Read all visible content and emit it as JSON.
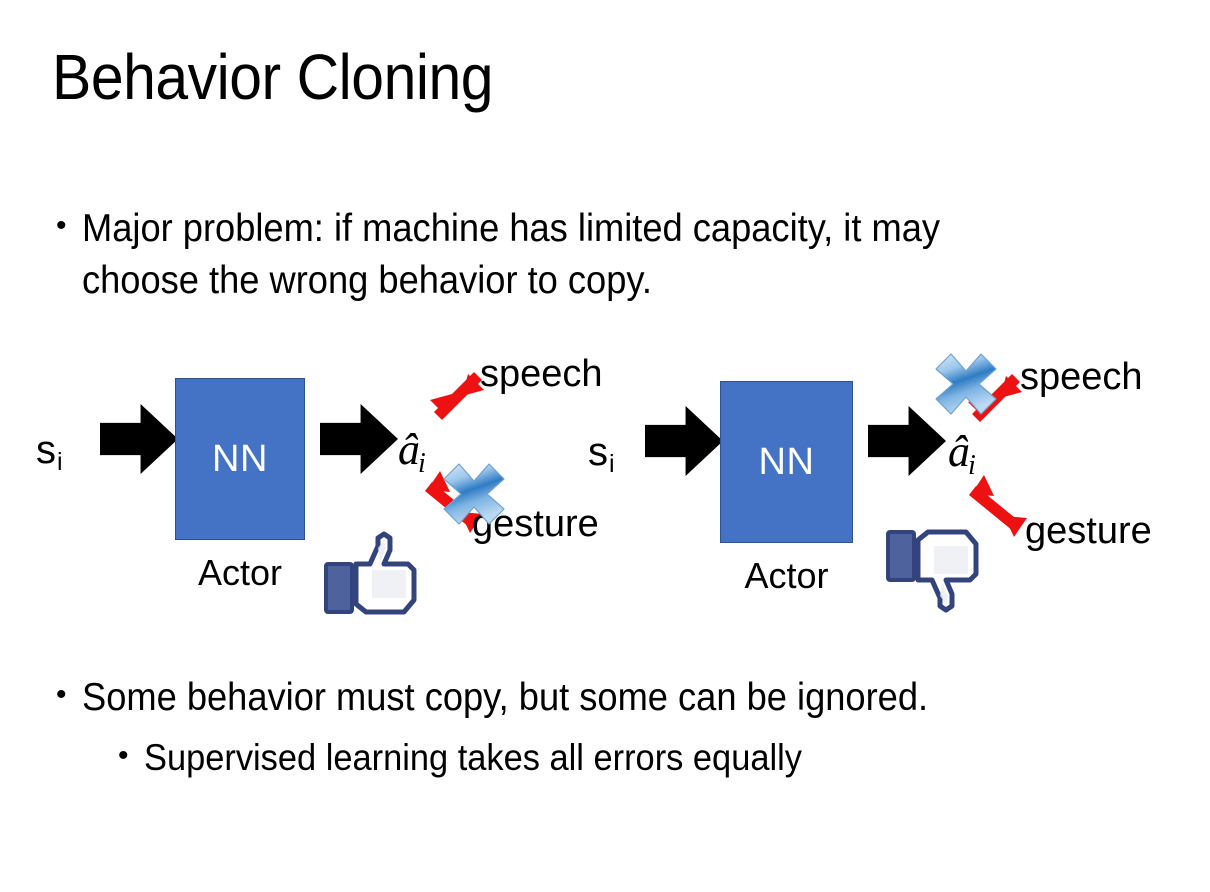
{
  "slide": {
    "title": "Behavior Cloning",
    "background_color": "#FFFFFF"
  },
  "bullets": {
    "top": {
      "marker": "•",
      "text": "Major problem: if machine has limited capacity, it may choose the wrong behavior to copy."
    },
    "bottom": [
      {
        "marker": "•",
        "text": "Some behavior must copy, but some can be ignored.",
        "level": 1
      },
      {
        "marker": "•",
        "text": "Supervised learning takes all errors equally",
        "level": 2
      }
    ]
  },
  "colors": {
    "nn_box_fill": "#4472C4",
    "nn_box_border": "#2E528F",
    "nn_box_text": "#FFFFFF",
    "arrow_black": "#000000",
    "arrow_red": "#EE1111",
    "x_marker_blue": "#4A90D9",
    "thumb_outline": "#3B5998",
    "thumb_fill": "#FFFFFF",
    "text_black": "#000000"
  },
  "diagrams": [
    {
      "id": "left",
      "state_label": "s",
      "state_subscript": "i",
      "box_label": "NN",
      "box_caption": "Actor",
      "action_label": "â",
      "action_subscript": "i",
      "outputs": [
        {
          "name": "speech",
          "label": "speech",
          "direction": "up-right",
          "crossed_out": false
        },
        {
          "name": "gesture",
          "label": "gesture",
          "direction": "down-right",
          "crossed_out": true
        }
      ],
      "verdict_icon": "thumbs-up",
      "x_marker_on": "gesture"
    },
    {
      "id": "right",
      "state_label": "s",
      "state_subscript": "i",
      "box_label": "NN",
      "box_caption": "Actor",
      "action_label": "â",
      "action_subscript": "i",
      "outputs": [
        {
          "name": "speech",
          "label": "speech",
          "direction": "up-right",
          "crossed_out": true
        },
        {
          "name": "gesture",
          "label": "gesture",
          "direction": "down-right",
          "crossed_out": false
        }
      ],
      "verdict_icon": "thumbs-down",
      "x_marker_on": "speech"
    }
  ]
}
